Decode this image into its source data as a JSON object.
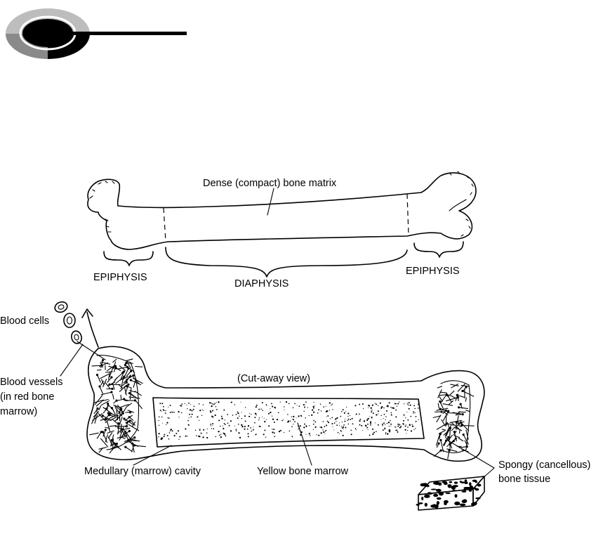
{
  "labels": {
    "dense_matrix": "Dense (compact) bone matrix",
    "epiphysis_left": "EPIPHYSIS",
    "diaphysis": "DIAPHYSIS",
    "epiphysis_right": "EPIPHYSIS",
    "blood_cells": "Blood cells",
    "blood_vessels_1": "Blood vessels",
    "blood_vessels_2": "(in red bone",
    "blood_vessels_3": "marrow)",
    "cutaway": "(Cut-away view)",
    "medullary": "Medullary (marrow) cavity",
    "yellow_marrow": "Yellow bone marrow",
    "spongy_1": "Spongy (cancellous)",
    "spongy_2": "bone tissue"
  }
}
